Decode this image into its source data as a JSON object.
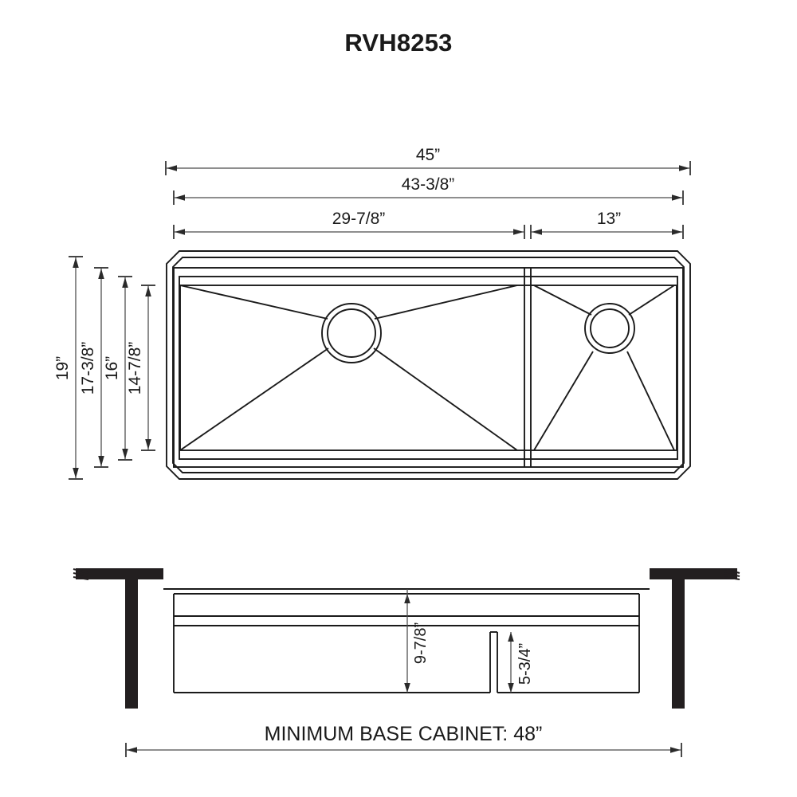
{
  "document": {
    "title": "RVH8253",
    "type": "technical-dimension-drawing",
    "subject": "double-bowl undermount kitchen sink",
    "units": "inches"
  },
  "top_view": {
    "name": "sink-top-view",
    "horizontal_dimensions": [
      {
        "id": "overall-width",
        "label": "45”",
        "value": 45.0,
        "span": "outer-rim-left to outer-rim-right"
      },
      {
        "id": "basin-outer-width",
        "label": "43-3/8”",
        "value": 43.375,
        "span": "inner-basin-left to inner-basin-right"
      },
      {
        "id": "large-bowl-width",
        "label": "29-7/8”",
        "value": 29.875,
        "span": "left-bowl"
      },
      {
        "id": "small-bowl-width",
        "label": "13”",
        "value": 13.0,
        "span": "right-bowl"
      }
    ],
    "vertical_dimensions": [
      {
        "id": "overall-depth",
        "label": "19”",
        "value": 19.0
      },
      {
        "id": "rim-depth",
        "label": "17-3/8”",
        "value": 17.375
      },
      {
        "id": "basin-depth",
        "label": "16”",
        "value": 16.0
      },
      {
        "id": "inner-basin-depth",
        "label": "14-7/8”",
        "value": 14.875
      }
    ],
    "drains": [
      {
        "id": "left-drain",
        "bowl": "large-bowl"
      },
      {
        "id": "right-drain",
        "bowl": "small-bowl"
      }
    ]
  },
  "front_view": {
    "name": "sink-front-view",
    "vertical_dimensions": [
      {
        "id": "large-bowl-height",
        "label": "9-7/8”",
        "value": 9.875
      },
      {
        "id": "small-bowl-height",
        "label": "5-3/4”",
        "value": 5.75
      }
    ],
    "cabinet_note": {
      "id": "minimum-base-cabinet",
      "label": "MINIMUM BASE CABINET: 48”",
      "value": 48.0
    }
  },
  "colors": {
    "line": "#1a1a1a",
    "dimension_line": "#4a4a4a",
    "solid_fill": "#231f20",
    "background": "#ffffff"
  }
}
